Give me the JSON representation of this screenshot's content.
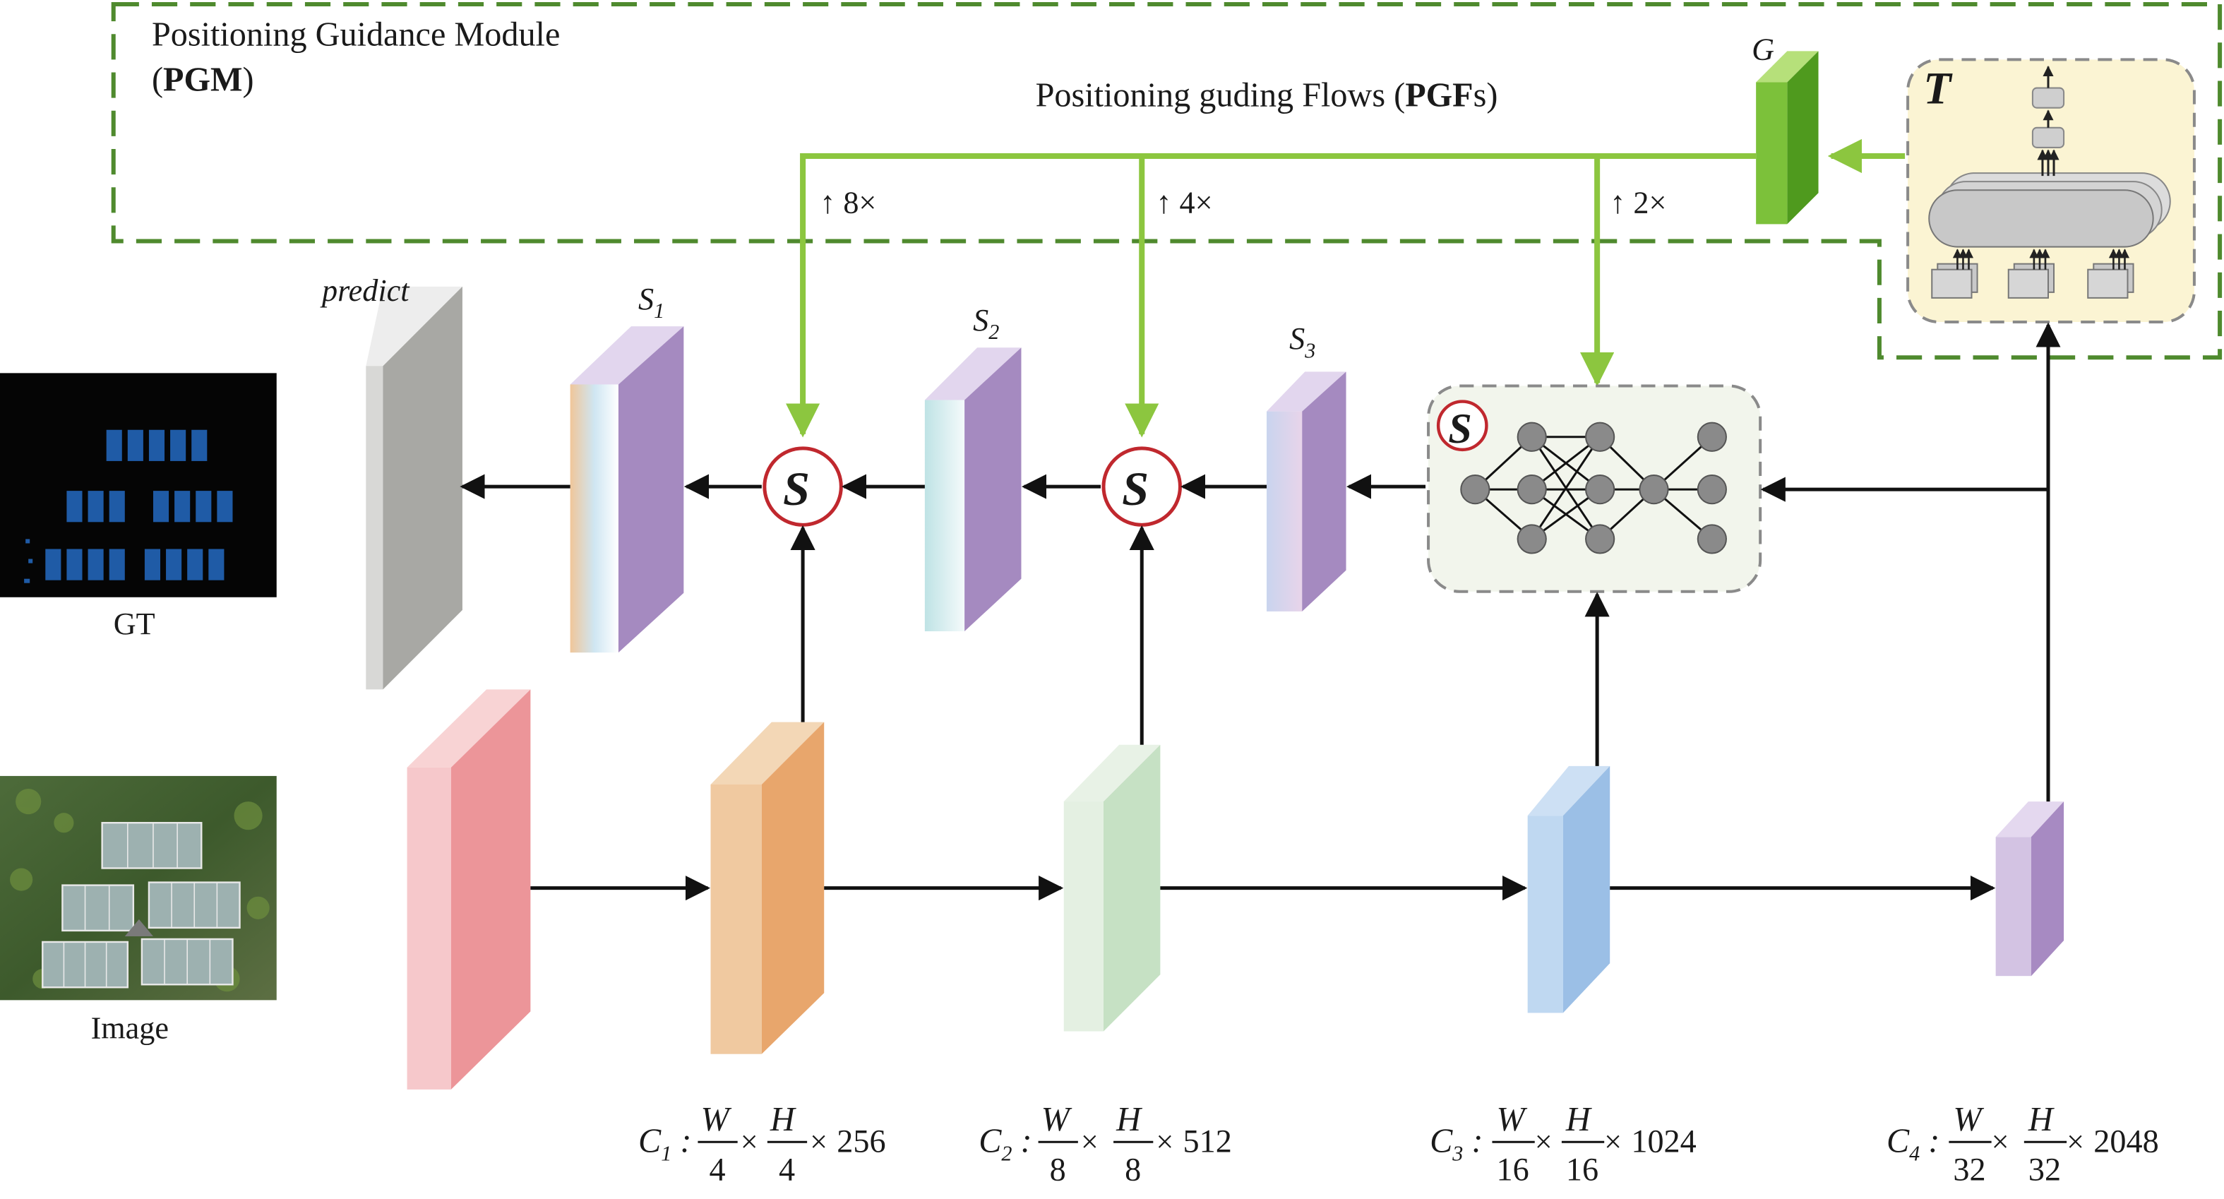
{
  "module": {
    "title": "Positioning Guidance Module",
    "abbr": "PGM"
  },
  "flows": {
    "prefix": "Positioning guding Flows (",
    "abbr": "PGF",
    "suffix": "s)"
  },
  "blocks": {
    "g": "G",
    "t": "T",
    "s": "S"
  },
  "upsample": [
    {
      "arrow": "↑",
      "factor": "8×"
    },
    {
      "arrow": "↑",
      "factor": "4×"
    },
    {
      "arrow": "↑",
      "factor": "2×"
    }
  ],
  "side_maps": [
    {
      "base": "S",
      "sub": "1"
    },
    {
      "base": "S",
      "sub": "2"
    },
    {
      "base": "S",
      "sub": "3"
    }
  ],
  "predict_label": "predict",
  "gt_label": "GT",
  "image_label": "Image",
  "stages": [
    {
      "base": "C",
      "sub": "1",
      "w": "W",
      "h": "H",
      "den": "4",
      "ch": "256"
    },
    {
      "base": "C",
      "sub": "2",
      "w": "W",
      "h": "H",
      "den": "8",
      "ch": "512"
    },
    {
      "base": "C",
      "sub": "3",
      "w": "W",
      "h": "H",
      "den": "16",
      "ch": "1024"
    },
    {
      "base": "C",
      "sub": "4",
      "w": "W",
      "h": "H",
      "den": "32",
      "ch": "2048"
    }
  ],
  "colors": {
    "pgm_border": "#4f8a2e",
    "pgf_flow": "#8cc63f",
    "g_block": "#6fb52c",
    "t_box_bg": "#fbf4d3",
    "s_box_bg": "#f2f5ec",
    "fuse_ring": "#c0282e",
    "c1": "#e8a66c",
    "c2": "#c6e1c4",
    "c3": "#9bbfe6",
    "c4": "#a78ac2",
    "input": "#ec9599",
    "side": "#a58ac0",
    "predict": "#a8a8a4"
  }
}
